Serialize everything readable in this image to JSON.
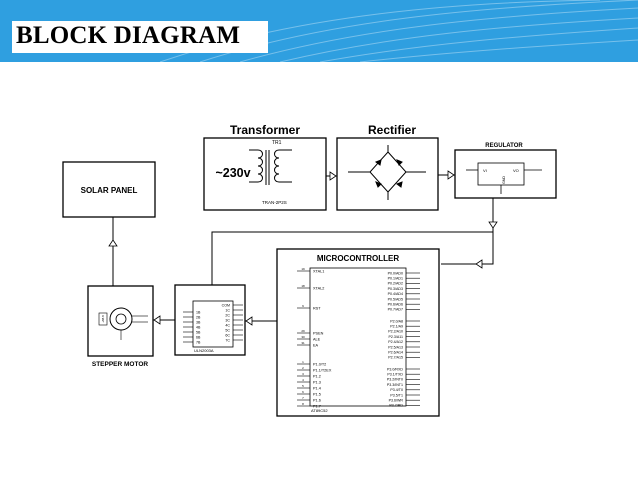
{
  "slide": {
    "title": "BLOCK DIAGRAM",
    "header_color": "#2f9fe0"
  },
  "blocks": {
    "transformer": {
      "label": "Transformer",
      "voltage": "~230v",
      "part": "TR1",
      "part_code": "TRAN-2P2S"
    },
    "rectifier": {
      "label": "Rectifier"
    },
    "regulator": {
      "label": "REGULATOR",
      "pin_in": "VI",
      "pin_out": "VO",
      "pin_gnd": "GND"
    },
    "solar_panel": {
      "label": "SOLAR PANEL"
    },
    "stepper_motor": {
      "label": "STEPPER MOTOR",
      "coil": "+88.8"
    },
    "driver": {
      "part": "ULN2003A",
      "left_pins": [
        "1B",
        "2B",
        "3B",
        "4B",
        "5B",
        "6B",
        "7B"
      ],
      "right_pins": [
        "COM",
        "1C",
        "2C",
        "3C",
        "4C",
        "5C",
        "6C",
        "7C"
      ]
    },
    "microcontroller": {
      "label": "MICROCONTROLLER",
      "part": "AT89C52",
      "left_pins": [
        "XTAL1",
        "XTAL2",
        "RST",
        "PSEN",
        "ALE",
        "EA",
        "P1.0/T2",
        "P1.1/T2EX",
        "P1.2",
        "P1.3",
        "P1.4",
        "P1.5",
        "P1.6",
        "P1.7"
      ],
      "left_pin_numbers": [
        "19",
        "18",
        "9",
        "29",
        "30",
        "31",
        "1",
        "2",
        "3",
        "4",
        "5",
        "6",
        "7",
        "8"
      ],
      "right_pins": [
        "P0.0/AD0",
        "P0.1/AD1",
        "P0.2/AD2",
        "P0.3/AD3",
        "P0.4/AD4",
        "P0.5/AD5",
        "P0.6/AD6",
        "P0.7/AD7",
        "P2.0/A8",
        "P2.1/A9",
        "P2.2/A10",
        "P2.3/A11",
        "P2.4/A12",
        "P2.5/A13",
        "P2.6/A14",
        "P2.7/A15",
        "P3.0/RXD",
        "P3.1/TXD",
        "P3.2/INT0",
        "P3.3/INT1",
        "P3.4/T0",
        "P3.5/T1",
        "P3.6/WR",
        "P3.7/RD"
      ]
    }
  }
}
